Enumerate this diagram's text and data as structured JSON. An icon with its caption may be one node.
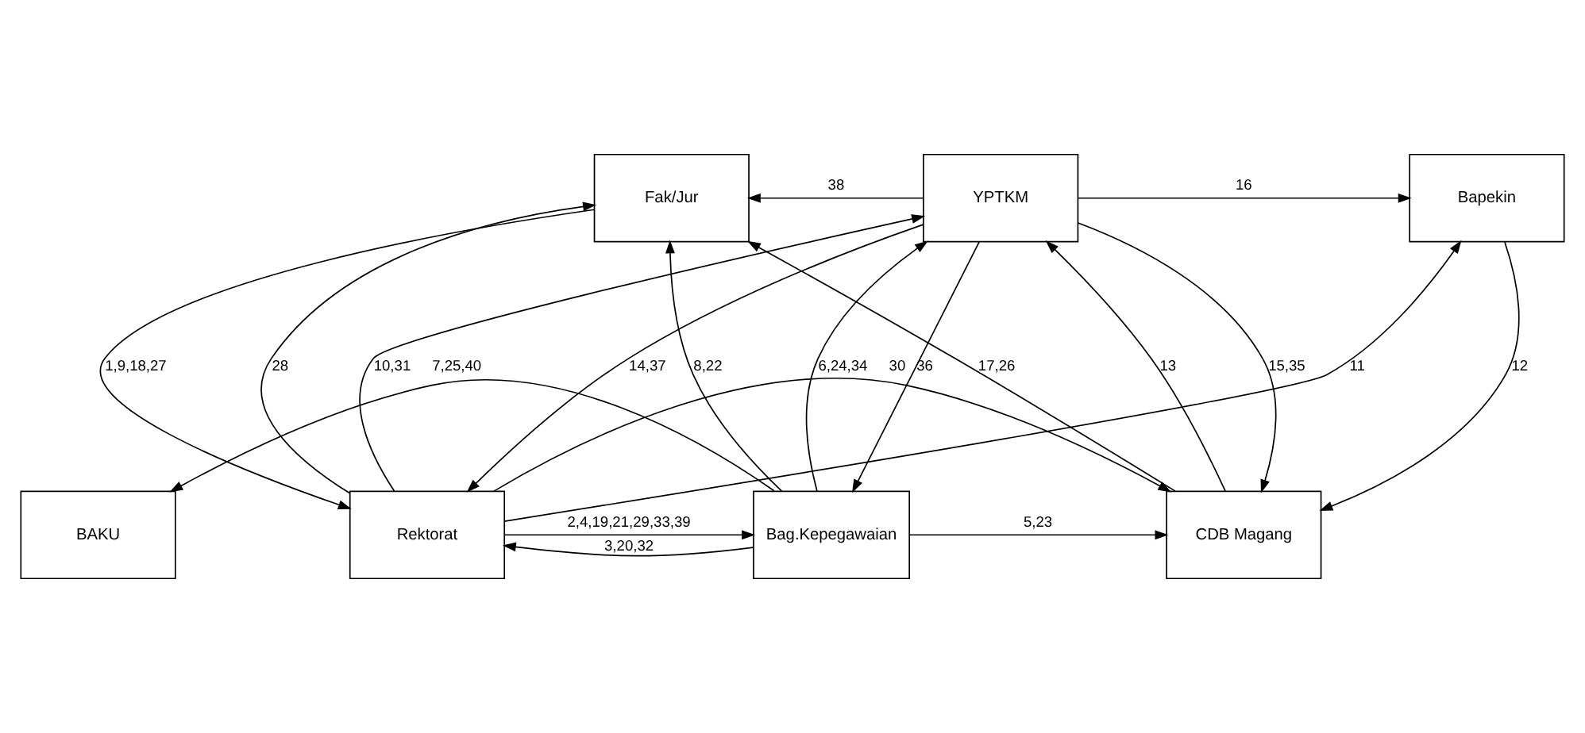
{
  "diagram": {
    "nodes": [
      {
        "text": [
          "Fak/Jur"
        ]
      },
      {
        "text": [
          "YPTKM"
        ]
      },
      {
        "text": [
          "Bapekin"
        ]
      },
      {
        "text": [
          "BAKU"
        ]
      },
      {
        "text": [
          "Rektorat"
        ]
      },
      {
        "text": [
          "Bag.Kepegawaian"
        ]
      },
      {
        "text": [
          "CDB Magang"
        ]
      }
    ],
    "edges": [
      {
        "from": 1,
        "to": 0,
        "arrow": "to",
        "label": "38"
      },
      {
        "from": 1,
        "to": 2,
        "arrow": "to",
        "label": "16"
      },
      {
        "from": 0,
        "to": 4,
        "arrow": "to",
        "label": "1,9,18,27"
      },
      {
        "from": 4,
        "to": 0,
        "arrow": "to",
        "label": "28"
      },
      {
        "from": 1,
        "to": 4,
        "arrow": "to",
        "label": "14,37"
      },
      {
        "from": 4,
        "to": 1,
        "arrow": "to",
        "label": "10,31"
      },
      {
        "from": 5,
        "to": 0,
        "arrow": "to",
        "label": "8,22"
      },
      {
        "from": 5,
        "to": 1,
        "arrow": "to",
        "label": "6,24,34"
      },
      {
        "from": 1,
        "to": 5,
        "arrow": "to",
        "label": "36"
      },
      {
        "from": 1,
        "to": 6,
        "arrow": "to",
        "label": "15,35"
      },
      {
        "from": 6,
        "to": 1,
        "arrow": "to",
        "label": "13"
      },
      {
        "from": 2,
        "to": 6,
        "arrow": "to",
        "label": "12"
      },
      {
        "from": 6,
        "to": 0,
        "arrow": "to",
        "label": "17,26"
      },
      {
        "from": 4,
        "to": 2,
        "arrow": "to",
        "label": "11"
      },
      {
        "from": 4,
        "to": 5,
        "arrow": "to",
        "label": "2,4,19,21,29,33,39"
      },
      {
        "from": 5,
        "to": 4,
        "arrow": "to",
        "label": "3,20,32"
      },
      {
        "from": 5,
        "to": 6,
        "arrow": "to",
        "label": "5,23"
      },
      {
        "from": 4,
        "to": 6,
        "arrow": "to",
        "label": "30"
      },
      {
        "from": 5,
        "to": 3,
        "arrow": "to",
        "label": "7,25,40"
      }
    ]
  }
}
